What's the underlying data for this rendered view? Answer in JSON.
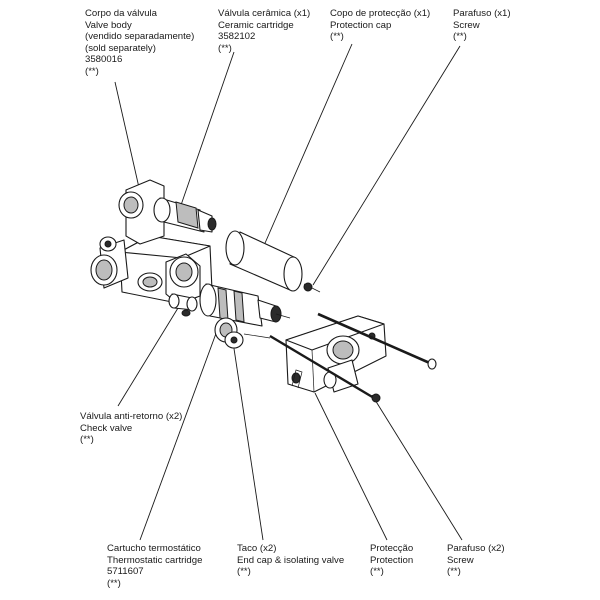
{
  "callouts": {
    "valve_body": {
      "lines": [
        "Corpo da válvula",
        "Valve body",
        "(vendido separadamente)",
        "(sold separately)",
        "3580016",
        "(**)"
      ]
    },
    "ceramic_cartridge": {
      "lines": [
        "Válvula cerâmica (x1)",
        "Ceramic cartridge",
        "3582102",
        "(**)"
      ]
    },
    "protection_cap": {
      "lines": [
        "Copo de protecção  (x1)",
        "Protection cap",
        "(**)"
      ]
    },
    "screw_top": {
      "lines": [
        "Parafuso (x1)",
        "Screw",
        "(**)"
      ]
    },
    "check_valve": {
      "lines": [
        "Válvula anti-retorno (x2)",
        "Check valve",
        "(**)"
      ]
    },
    "thermostatic_cartridge": {
      "lines": [
        "Cartucho termostático",
        "Thermostatic cartridge",
        "5711607",
        "(**)"
      ]
    },
    "end_cap": {
      "lines": [
        "Taco (x2)",
        "End cap & isolating valve",
        "(**)"
      ]
    },
    "protection": {
      "lines": [
        "Protecção",
        "Protection",
        "(**)"
      ]
    },
    "screw_bottom": {
      "lines": [
        "Parafuso (x2)",
        "Screw",
        "(**)"
      ]
    }
  }
}
